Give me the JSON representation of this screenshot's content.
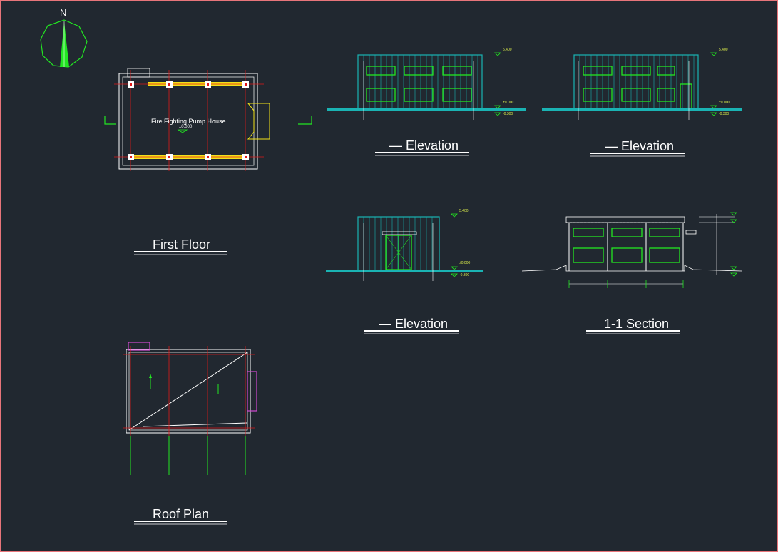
{
  "compass": {
    "north_label": "N"
  },
  "drawing": {
    "plan_room_label": "Fire Fighting Pump House",
    "plan_level": "±0.000",
    "titles": {
      "first_floor": "First Floor",
      "roof_plan": "Roof Plan",
      "elevation_1": "—  Elevation",
      "elevation_2": "—  Elevation",
      "elevation_3": "—  Elevation",
      "section": "1-1 Section"
    },
    "levels": {
      "top": "5.400",
      "ground": "±0.000",
      "outside": "-0.300"
    }
  },
  "colors": {
    "background": "#212830",
    "border": "#e8757a",
    "wall_cyan": "#1ab3b3",
    "window_green": "#22e622",
    "grid_red": "#e01919",
    "column_yellow": "#f2e219",
    "white": "#ffffff",
    "magenta": "#d04ad0"
  }
}
